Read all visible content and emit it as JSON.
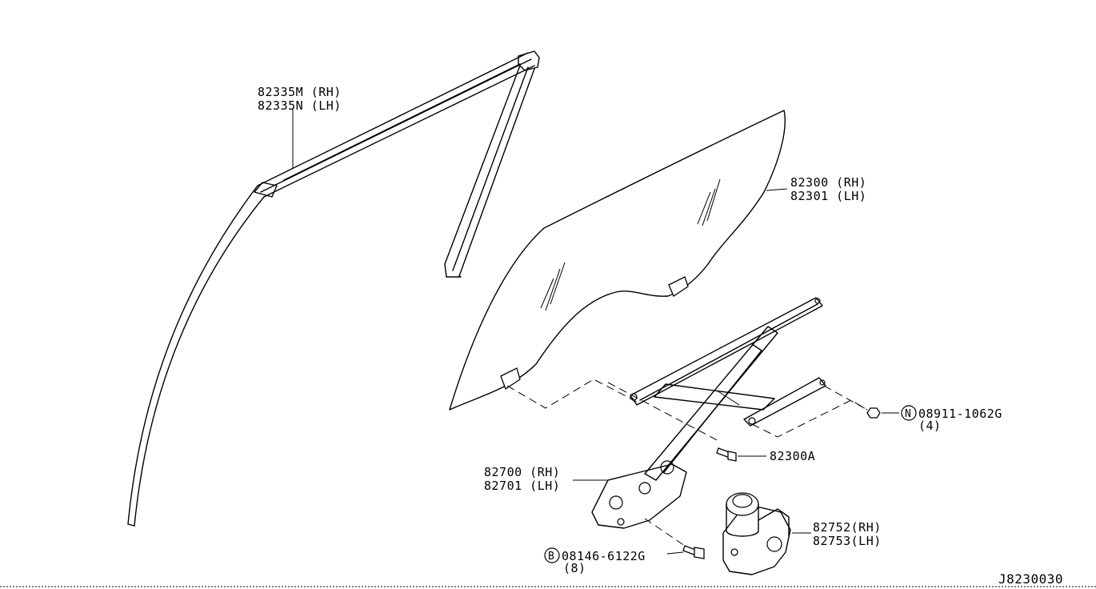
{
  "diagram_id": "J8230030",
  "parts": {
    "sash": {
      "line1": "82335M (RH)",
      "line2": "82335N (LH)"
    },
    "glass": {
      "line1": "82300 (RH)",
      "line2": "82301 (LH)"
    },
    "nut": {
      "symbol": "N",
      "line1": "08911-1062G",
      "qty": "(4)"
    },
    "bolt_a": {
      "line1": "82300A"
    },
    "regulator": {
      "line1": "82700 (RH)",
      "line2": "82701 (LH)"
    },
    "motor": {
      "line1": "82752(RH)",
      "line2": "82753(LH)"
    },
    "bolt_b": {
      "symbol": "B",
      "line1": "08146-6122G",
      "qty": "(8)"
    }
  }
}
